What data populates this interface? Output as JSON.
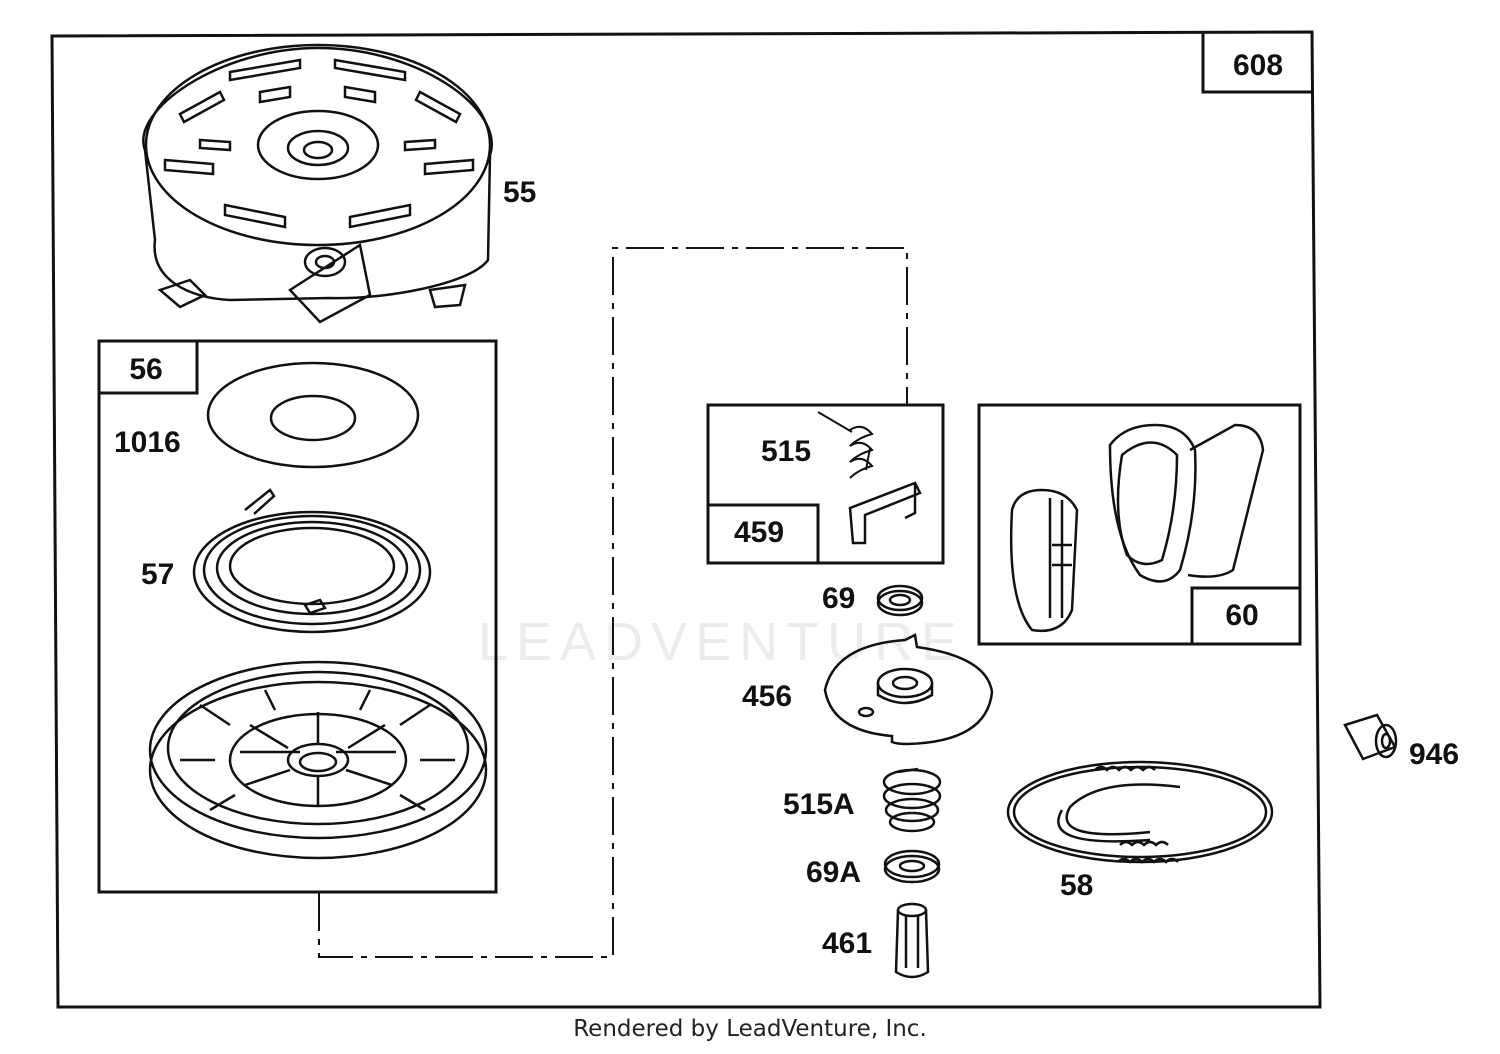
{
  "diagram": {
    "assembly_number": "608",
    "watermark": "LEADVENTURE",
    "parts": {
      "p55": "55",
      "p56": "56",
      "p1016": "1016",
      "p57": "57",
      "p515": "515",
      "p459": "459",
      "p69": "69",
      "p60": "60",
      "p456": "456",
      "p946": "946",
      "p515a": "515A",
      "p58": "58",
      "p69a": "69A",
      "p461": "461"
    }
  },
  "footer": {
    "text": "Rendered by LeadVenture, Inc."
  }
}
